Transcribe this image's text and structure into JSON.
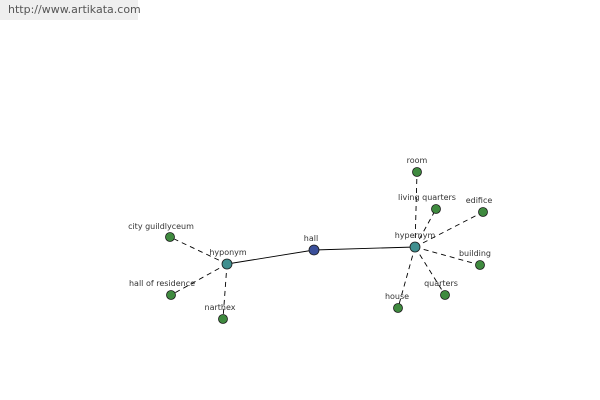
{
  "site": {
    "url": "http://www.artikata.com"
  },
  "graph": {
    "colors": {
      "center": "#3a4f9a",
      "relation": "#3f8f8f",
      "leaf": "#3f8a3f",
      "edge": "#000000",
      "stroke": "#1a1a1a"
    },
    "center": {
      "id": "hall",
      "label": "hall"
    },
    "relations": [
      {
        "id": "hyponym",
        "label": "hyponym",
        "leaves": [
          {
            "id": "city-guildlyceum",
            "label": "city guildlyceum"
          },
          {
            "id": "hall-of-residence",
            "label": "hall of residence"
          },
          {
            "id": "narthex",
            "label": "narthex"
          }
        ]
      },
      {
        "id": "hypernym",
        "label": "hypernym",
        "leaves": [
          {
            "id": "room",
            "label": "room"
          },
          {
            "id": "living-quarters",
            "label": "living quarters"
          },
          {
            "id": "edifice",
            "label": "edifice"
          },
          {
            "id": "building",
            "label": "building"
          },
          {
            "id": "quarters",
            "label": "quarters"
          },
          {
            "id": "house",
            "label": "house"
          }
        ]
      }
    ]
  }
}
